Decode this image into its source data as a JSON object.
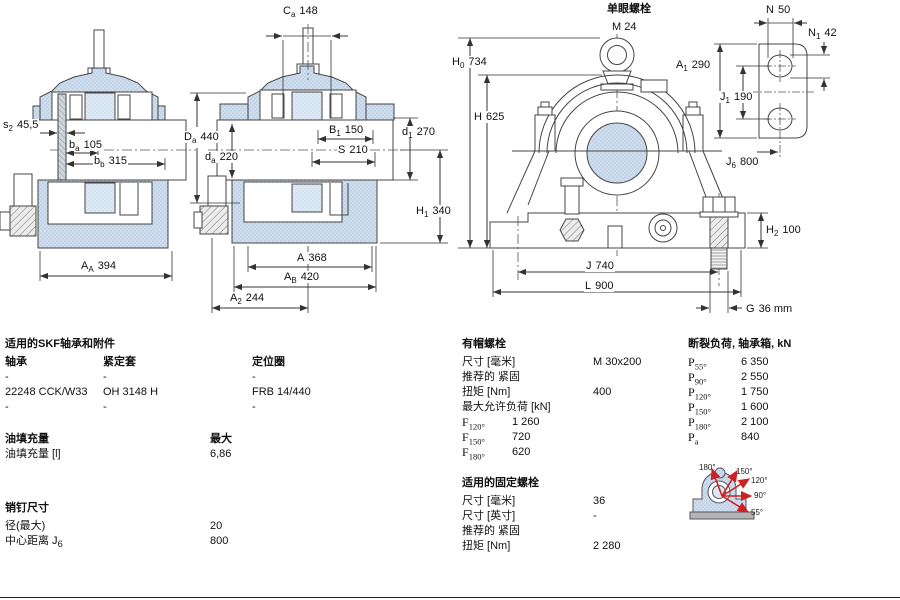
{
  "dims": {
    "s2": {
      "sym": "s",
      "sub": "2",
      "val": "45,5"
    },
    "ba": {
      "sym": "b",
      "sub": "a",
      "val": "105"
    },
    "bb": {
      "sym": "b",
      "sub": "b",
      "val": "315"
    },
    "AA": {
      "sym": "A",
      "sub": "A",
      "val": "394"
    },
    "Ca": {
      "sym": "C",
      "sub": "a",
      "val": "148"
    },
    "Da": {
      "sym": "D",
      "sub": "a",
      "val": "440"
    },
    "da": {
      "sym": "d",
      "sub": "a",
      "val": "220"
    },
    "B1": {
      "sym": "B",
      "sub": "1",
      "val": "150"
    },
    "S": {
      "sym": "S",
      "sub": "",
      "val": "210"
    },
    "d1": {
      "sym": "d",
      "sub": "1",
      "val": "270"
    },
    "H1": {
      "sym": "H",
      "sub": "1",
      "val": "340"
    },
    "A": {
      "sym": "A",
      "sub": "",
      "val": "368"
    },
    "AB": {
      "sym": "A",
      "sub": "B",
      "val": "420"
    },
    "A2": {
      "sym": "A",
      "sub": "2",
      "val": "244"
    },
    "H0": {
      "sym": "H",
      "sub": "0",
      "val": "734"
    },
    "H": {
      "sym": "H",
      "sub": "",
      "val": "625"
    },
    "H2": {
      "sym": "H",
      "sub": "2",
      "val": "100"
    },
    "J": {
      "sym": "J",
      "sub": "",
      "val": "740"
    },
    "L": {
      "sym": "L",
      "sub": "",
      "val": "900"
    },
    "G": {
      "sym": "G",
      "sub": "",
      "val": "36 mm"
    },
    "N": {
      "sym": "N",
      "sub": "",
      "val": "50"
    },
    "N1": {
      "sym": "N",
      "sub": "1",
      "val": "42"
    },
    "A1": {
      "sym": "A",
      "sub": "1",
      "val": "290"
    },
    "J1": {
      "sym": "J",
      "sub": "1",
      "val": "190"
    },
    "J6": {
      "sym": "J",
      "sub": "6",
      "val": "800"
    }
  },
  "front": {
    "eyebolt_label": "单眼螺栓",
    "eyebolt_size": "M 24"
  },
  "angles": {
    "a180": "180°",
    "a150": "150°",
    "a120": "120°",
    "a90": "90°",
    "a55": "55°"
  },
  "tables": {
    "skf_parts": {
      "title": "适用的SKF轴承和附件",
      "columns": [
        "轴承",
        "紧定套",
        "定位圈"
      ],
      "rows": [
        [
          "-",
          "-",
          "-"
        ],
        [
          "22248 CCK/W33",
          "OH 3148 H",
          "FRB 14/440"
        ],
        [
          "-",
          "-",
          "-"
        ]
      ]
    },
    "oil": {
      "title": "油填充量",
      "max_label": "最大",
      "row_label": "油填充量 [l]",
      "value": "6,86"
    },
    "pins": {
      "title": "销钉尺寸",
      "rows": [
        {
          "label": "径(最大)",
          "sub": "",
          "value": "20"
        },
        {
          "label": "中心距离 J",
          "sub": "6",
          "value": "800"
        }
      ]
    },
    "cap_bolts": {
      "title": "有帽螺栓",
      "rows": [
        {
          "label": "尺寸 [毫米]",
          "value": "M 30x200"
        },
        {
          "label": "推荐的 紧固",
          "value": ""
        },
        {
          "label": "扭矩 [Nm]",
          "value": "400"
        },
        {
          "label": "最大允许负荷 [kN]",
          "value": ""
        }
      ],
      "f_rows": [
        {
          "sym": "F",
          "sub": "120°",
          "value": "1 260"
        },
        {
          "sym": "F",
          "sub": "150°",
          "value": "720"
        },
        {
          "sym": "F",
          "sub": "180°",
          "value": "620"
        }
      ]
    },
    "fixing_bolts": {
      "title": "适用的固定螺栓",
      "rows": [
        {
          "label": "尺寸 [毫米]",
          "value": "36"
        },
        {
          "label": "尺寸 [英寸]",
          "value": "-"
        },
        {
          "label": "推荐的 紧固",
          "value": ""
        },
        {
          "label": "扭矩 [Nm]",
          "value": "2 280"
        }
      ]
    },
    "breaking_load": {
      "title": "断裂负荷, 轴承箱, kN",
      "rows": [
        {
          "sym": "P",
          "sub": "55°",
          "value": "6 350"
        },
        {
          "sym": "P",
          "sub": "90°",
          "value": "2 550"
        },
        {
          "sym": "P",
          "sub": "120°",
          "value": "1 750"
        },
        {
          "sym": "P",
          "sub": "150°",
          "value": "1 600"
        },
        {
          "sym": "P",
          "sub": "180°",
          "value": "2 100"
        },
        {
          "sym": "P",
          "sub": "a",
          "value": "840"
        }
      ]
    }
  },
  "colors": {
    "housing_fill": "#cfdeee",
    "housing_fill_light": "#dde9f5",
    "line": "#444444",
    "red_arrow": "#cc2222"
  }
}
